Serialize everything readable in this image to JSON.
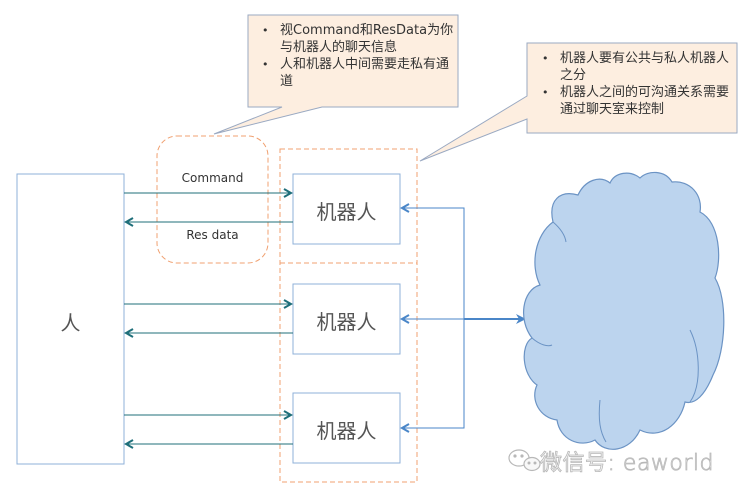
{
  "diagram": {
    "human": {
      "label": "人"
    },
    "robots": [
      {
        "label": "机器人"
      },
      {
        "label": "机器人"
      },
      {
        "label": "机器人"
      }
    ],
    "channel": {
      "command_label": "Command",
      "response_label": "Res data"
    },
    "callouts": [
      {
        "items": [
          "视Command和ResData为你与机器人的聊天信息",
          "人和机器人中间需要走私有通道"
        ]
      },
      {
        "items": [
          "机器人要有公共与私人机器人之分",
          "机器人之间的可沟通关系需要通过聊天室来控制"
        ]
      }
    ],
    "cloud": {
      "label": ""
    },
    "watermark": {
      "icon": "wechat-icon",
      "text": "微信号: eaworld"
    },
    "colors": {
      "box_border": "#8fb0d8",
      "arrow_teal": "#1f6f7a",
      "arrow_blue": "#4a86c8",
      "dashed_orange": "#f0a070",
      "callout_fill": "#fdeee0",
      "callout_border": "#9aa9c2",
      "cloud_fill": "#bcd4ee",
      "cloud_stroke": "#6b93c4"
    }
  }
}
